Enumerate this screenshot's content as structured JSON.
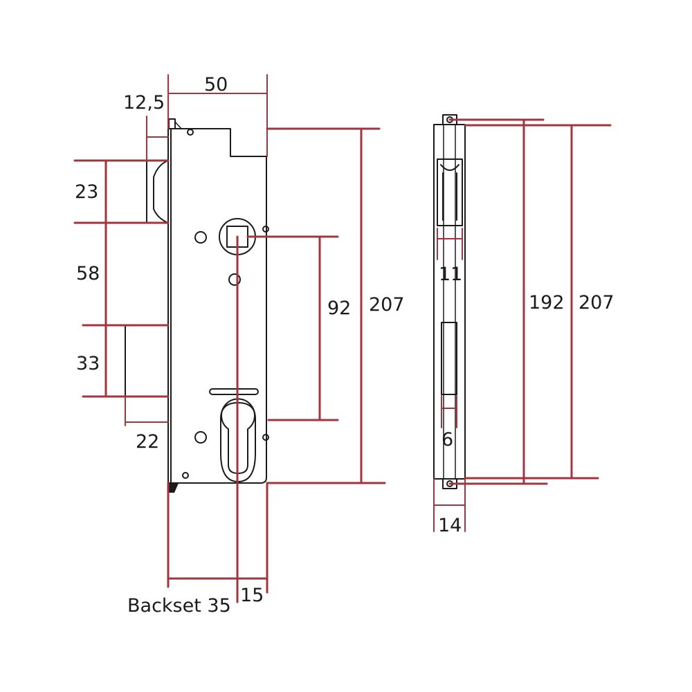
{
  "dimension_color": "#a3333d",
  "outline_color": "#1a1a1a",
  "labels": {
    "backset_top": "50",
    "faceplate_offset": "12,5",
    "latch_height": "23",
    "latch_to_bolt": "58",
    "bolt_height": "33",
    "bolt_throw": "22",
    "spindle_to_cylinder": "92",
    "case_height": "207",
    "backset": "Backset 35",
    "cylinder_offset": "15",
    "latch_slot_width": "11",
    "bolt_slot_width": "6",
    "faceplate_width": "14",
    "fixing_distance": "192",
    "faceplate_height": "207"
  }
}
